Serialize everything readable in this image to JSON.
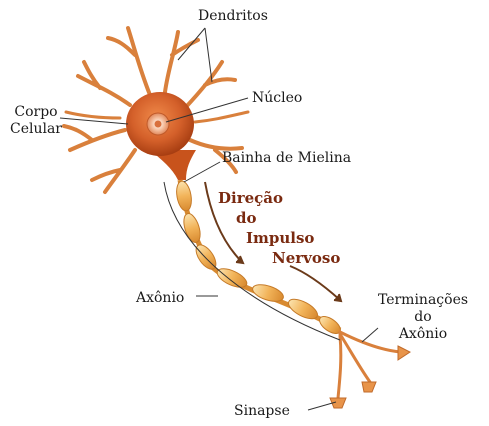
{
  "labels": {
    "dendrites": "Dendritos",
    "nucleus": "Núcleo",
    "cell_body_line1": "Corpo",
    "cell_body_line2": "Celular",
    "myelin_sheath": "Bainha de Mielina",
    "axon": "Axônio",
    "terminals_line1": "Terminações",
    "terminals_line2": "do",
    "terminals_line3": "Axônio",
    "synapse": "Sinapse"
  },
  "impulse": {
    "line1": "Direção",
    "line2": "do",
    "line3": "Impulso",
    "line4": "Nervoso"
  },
  "colors": {
    "soma": "#c8531c",
    "dendrite": "#d9803c",
    "myelin": "#f2b55a",
    "myelin_highlight": "#fbe0a8",
    "impulse_text": "#7a2a10",
    "arrow": "#6b3a1a",
    "leader_line": "#333333"
  }
}
